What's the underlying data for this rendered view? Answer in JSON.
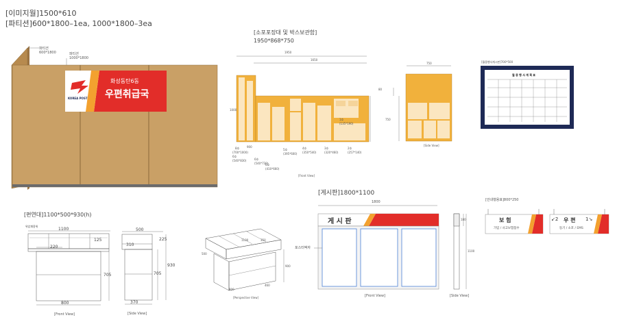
{
  "header": {
    "image_wall": "[이미지월]1500*610",
    "partition": "[파티션]600*1800–1ea, 1000*1800–3ea"
  },
  "partition_view": {
    "label_1": "파티션",
    "label_1_size": "600*1800",
    "label_2": "파티션",
    "label_2_size": "1000*1800",
    "sign": {
      "brand": "KOREA POST",
      "line1": "화성동탄6동",
      "line2": "우편취급국"
    }
  },
  "counter": {
    "title": "[소포포장대 및 박스보관함]",
    "size": "1950*868*750",
    "dims": {
      "overall": "1950",
      "upper": "1650",
      "height": "1000",
      "side_width": "750",
      "d80": "80",
      "d750": "750",
      "d900": "900"
    },
    "boxes": [
      {
        "n": "1호",
        "s": "(135*190)"
      },
      {
        "n": "2호",
        "s": "(257*140)"
      },
      {
        "n": "3호",
        "s": "(320*460)"
      },
      {
        "n": "4호",
        "s": "(350*540)"
      },
      {
        "n": "5호",
        "s": "(395*600)"
      },
      {
        "n": "6호",
        "s": "(410*660)"
      },
      {
        "n": "6호",
        "s": "(540*730)"
      },
      {
        "n": "6호",
        "s": "(540*830)"
      },
      {
        "n": "8호",
        "s": "(700*1000)"
      }
    ],
    "front_view": "[Front View]",
    "side_view": "[Side View]"
  },
  "calendar": {
    "title": "[월중행사게시판]700*500",
    "heading": "월 중 행 사 계 획 표"
  },
  "desk": {
    "title": "[편연대]1100*500*930(h)",
    "top_label": "위압쾌용위",
    "dims": {
      "w1100": "1100",
      "w220": "220",
      "h125": "125",
      "h705": "705",
      "w800": "800",
      "w500": "500",
      "h225": "225",
      "w310": "310",
      "h930": "930",
      "h705s": "705",
      "w370": "370",
      "p1100": "1100",
      "p500": "500",
      "p900": "900",
      "p800": "800",
      "p460": "460",
      "p350": "350"
    },
    "front_view": "[Front View]",
    "side_view": "[Side View]",
    "perspective_view": "[Perspective View]"
  },
  "board": {
    "title": "[게시판]1800*1100",
    "width": "1800",
    "panel_text": "게 시 판",
    "poster_frame": "포스터액자",
    "height_side": "1100",
    "d180": "180",
    "front_view": "[Front View]",
    "side_view": "[Side View]"
  },
  "signs": {
    "title": "[안내행용표]800*250",
    "left": {
      "title": "보 험",
      "sub": "가입 / 사고보험접수"
    },
    "right": {
      "title": "우 편",
      "sub": "등기 / 소포 / EMS",
      "arrow_left": "↙2",
      "arrow_right": "1↘"
    }
  },
  "colors": {
    "wood": "#C9A066",
    "orange": "#F1B13C",
    "cream": "#FBE6C0",
    "red": "#E22D29",
    "navy": "#1E2A56",
    "dim": "#666666"
  }
}
